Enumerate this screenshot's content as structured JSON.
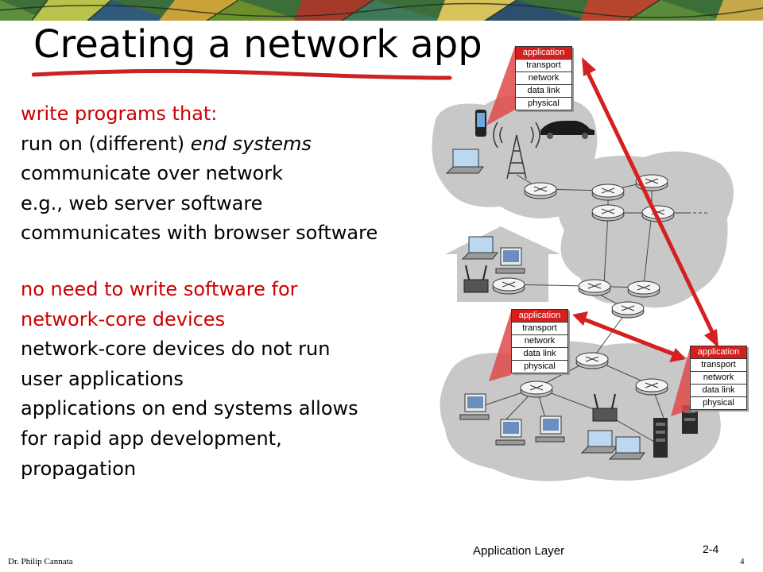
{
  "slide": {
    "title": "Creating a network app",
    "block1": {
      "heading": "write programs that:",
      "lines": [
        "run on (different) ",
        "communicate over network",
        "e.g., web server software",
        "communicates with browser software"
      ],
      "emphasis": "end systems"
    },
    "block2": {
      "heading_lines": [
        "no need to write software for",
        "network-core devices"
      ],
      "lines": [
        "network-core devices do not run",
        "user applications",
        "applications on end systems  allows",
        "for rapid app development,",
        "propagation"
      ]
    }
  },
  "protocol_stack": [
    "application",
    "transport",
    "network",
    "data link",
    "physical"
  ],
  "footer": {
    "author": "Dr. Philip Cannata",
    "section": "Application Layer",
    "slide_number": "2-4",
    "page": "4"
  },
  "colors": {
    "accent_red": "#cc0000",
    "stack_header": "#d51f1f",
    "arrow": "#d42020",
    "cloud": "#c8c8c8"
  }
}
